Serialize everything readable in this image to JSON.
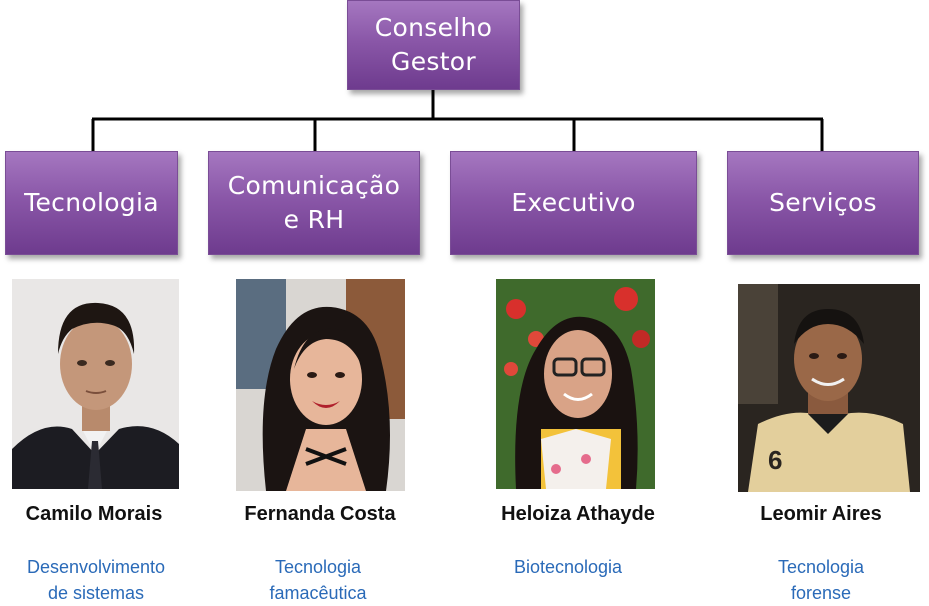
{
  "root": {
    "line1": "Conselho",
    "line2": "Gestor"
  },
  "departments": [
    {
      "line1": "Tecnologia",
      "line2": ""
    },
    {
      "line1": "Comunicação",
      "line2": "e RH"
    },
    {
      "line1": "Executivo",
      "line2": ""
    },
    {
      "line1": "Serviços",
      "line2": ""
    }
  ],
  "members": [
    {
      "name": "Camilo Morais",
      "role_line1": "Desenvolvimento",
      "role_line2": "de sistemas"
    },
    {
      "name": "Fernanda Costa",
      "role_line1": "Tecnologia",
      "role_line2": "famacêutica"
    },
    {
      "name": "Heloiza Athayde",
      "role_line1": "Biotecnologia",
      "role_line2": ""
    },
    {
      "name": "Leomir Aires",
      "role_line1": "Tecnologia",
      "role_line2": "forense"
    }
  ],
  "colors": {
    "box_fill": "#8a57a8",
    "box_text": "#ffffff",
    "connector": "#000000",
    "name_text": "#111111",
    "role_text": "#2a6ab8"
  }
}
